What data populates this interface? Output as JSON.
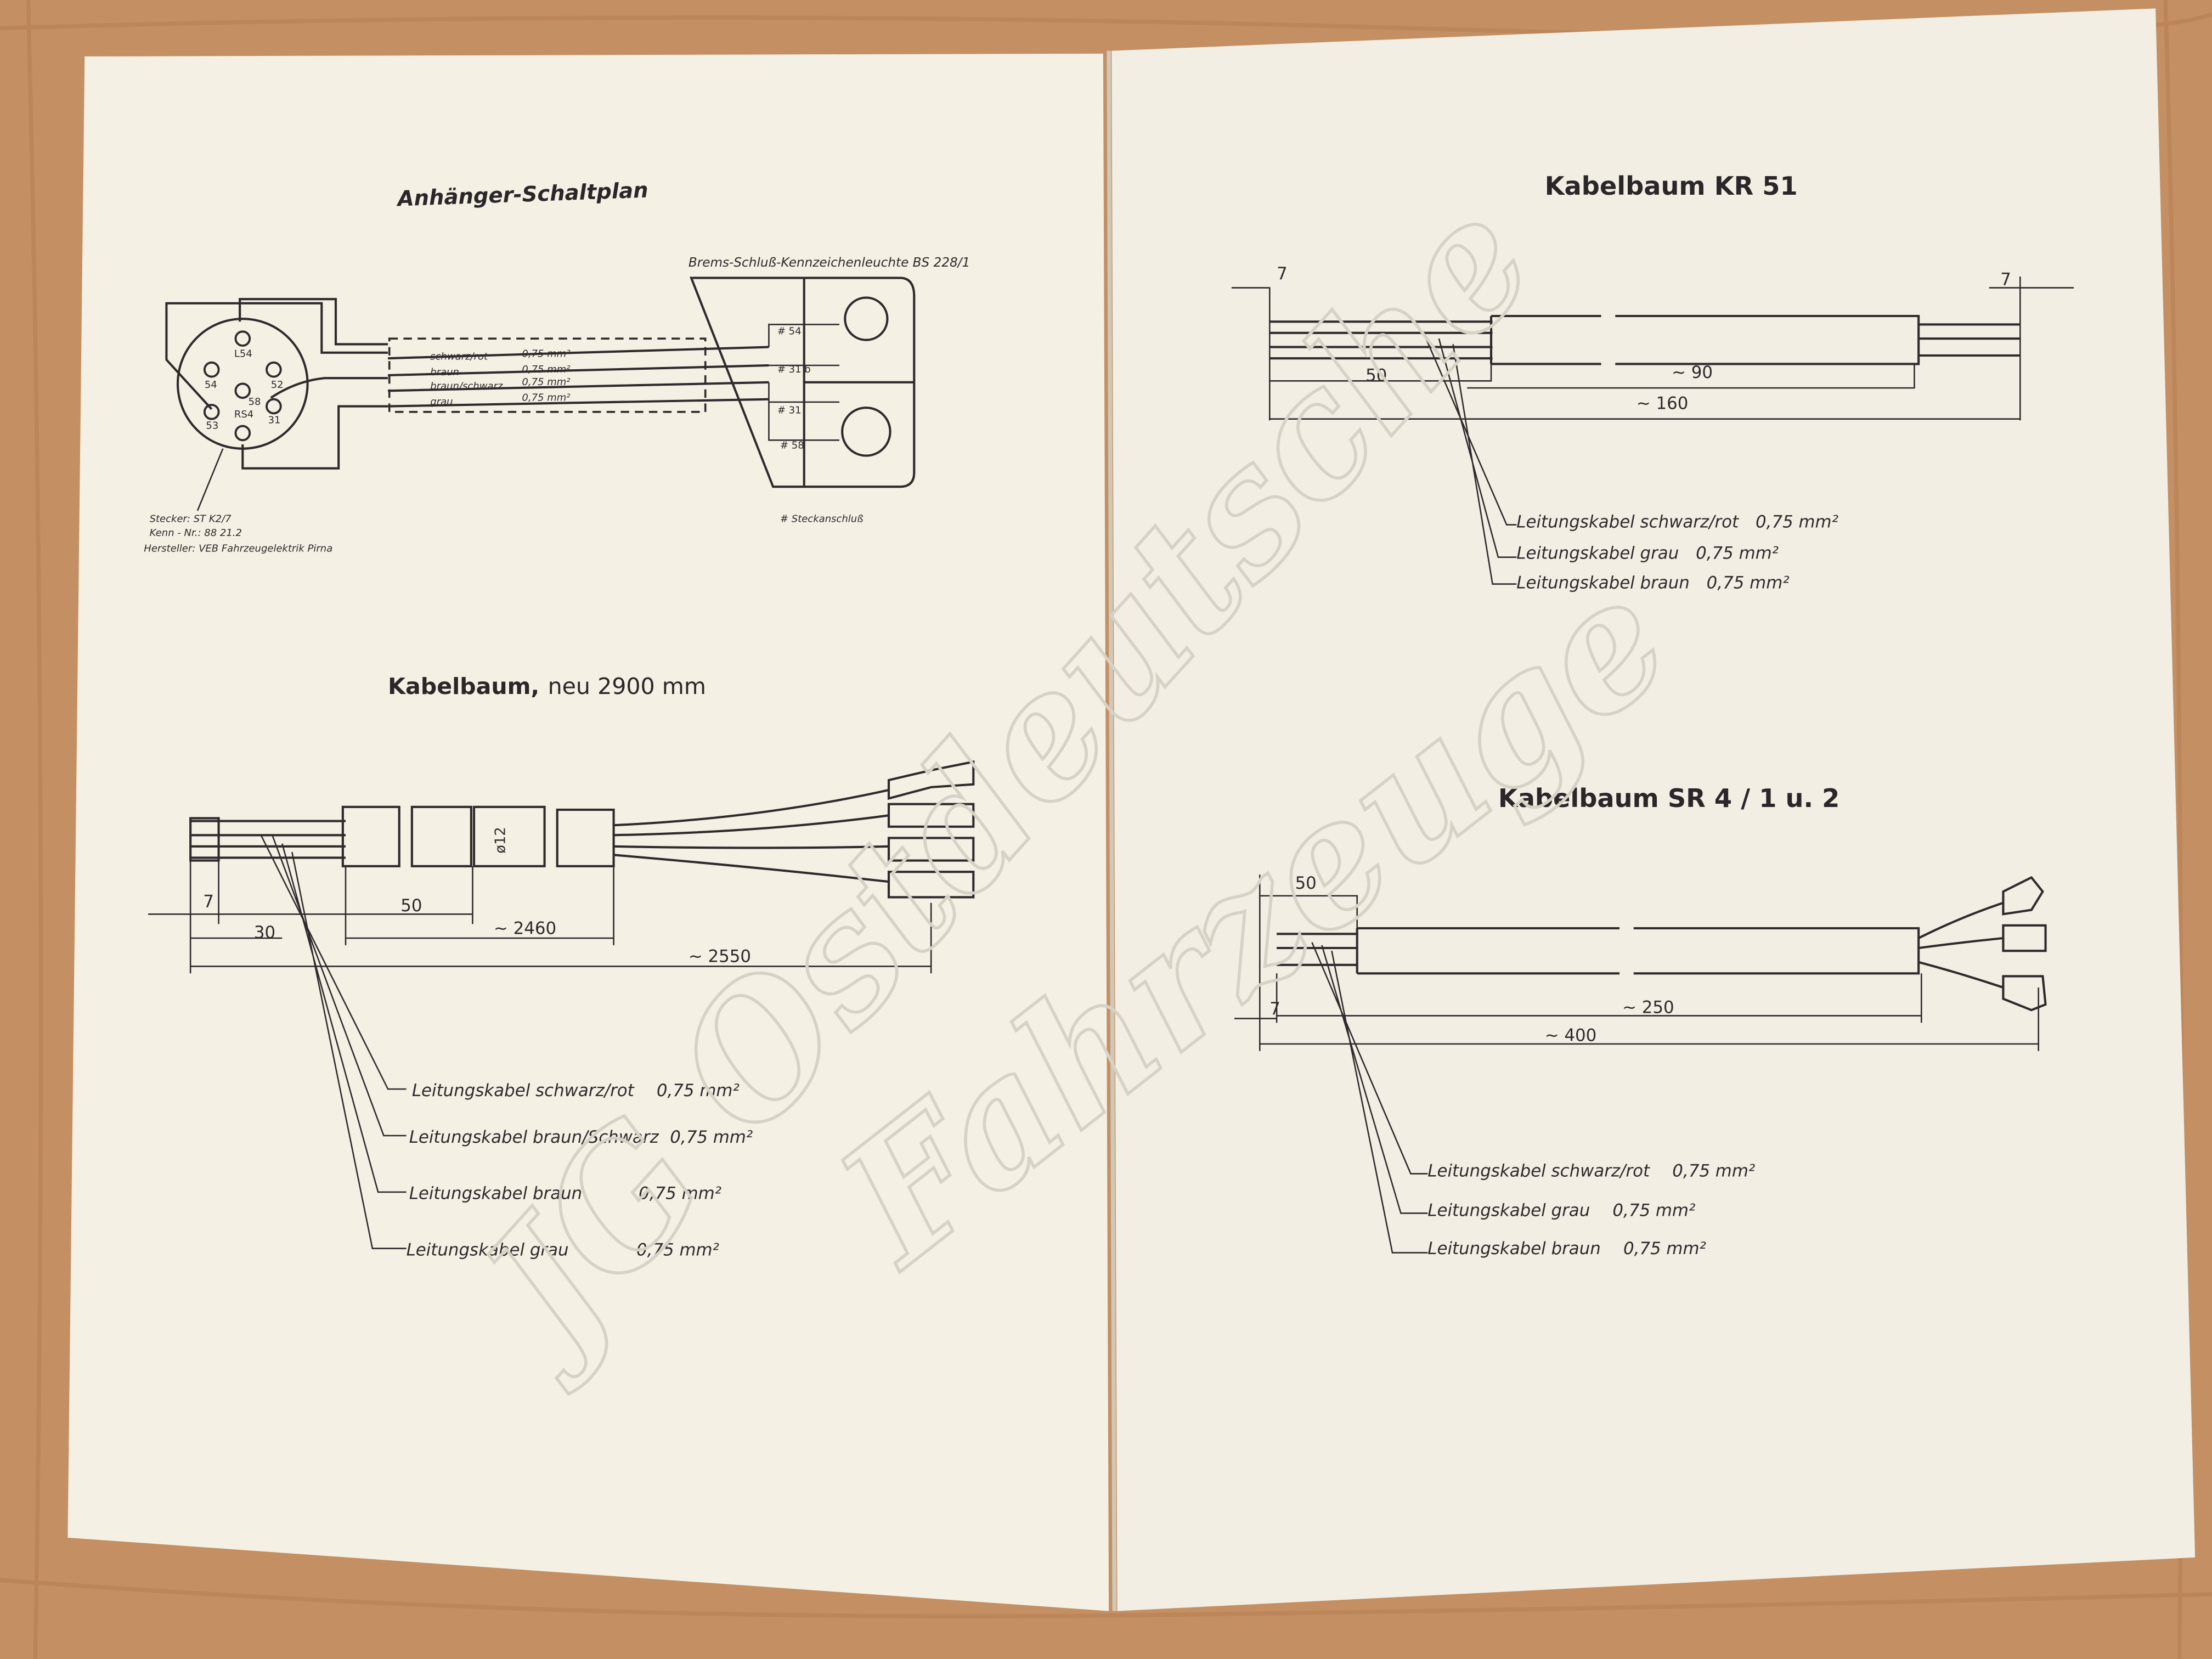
{
  "left_page": {
    "schematic": {
      "title": "Anhänger-Schaltplan",
      "lamp_title": "Brems-Schluß-Kennzeichenleuchte BS 228/1",
      "pins": [
        "L54",
        "54",
        "52",
        "58",
        "53",
        "RS4",
        "31"
      ],
      "wires": [
        {
          "color": "schwarz/rot",
          "size": "0,75 mm²"
        },
        {
          "color": "braun",
          "size": "0,75 mm²"
        },
        {
          "color": "braun/schwarz",
          "size": "0,75 mm²"
        },
        {
          "color": "grau",
          "size": "0,75 mm²"
        }
      ],
      "terminals": [
        "# 54",
        "# 31 b",
        "# 31",
        "# 58"
      ],
      "plug_info": [
        "Stecker: ST K2/7",
        "Kenn - Nr.: 88 21.2",
        "Hersteller: VEB Fahrzeugelektrik Pirna"
      ],
      "footnote": "# Steckanschluß"
    },
    "harness": {
      "title_bold": "Kabelbaum,",
      "title_rest": "neu 2900 mm",
      "dims": {
        "d7": "7",
        "d50": "50",
        "d30": "30",
        "d2460": "~ 2460",
        "d2550": "~ 2550",
        "dia": "ø12"
      },
      "leaders": [
        {
          "label": "Leitungskabel  schwarz/rot",
          "size": "0,75 mm²"
        },
        {
          "label": "Leitungskabel  braun/Schwarz",
          "size": "0,75 mm²"
        },
        {
          "label": "Leitungskabel  braun",
          "size": "0,75 mm²"
        },
        {
          "label": "Leitungskabel  grau",
          "size": "0,75 mm²"
        }
      ]
    }
  },
  "right_page": {
    "kr51": {
      "title": "Kabelbaum  KR 51",
      "dims": {
        "left7": "7",
        "right7": "7",
        "d50": "50",
        "d90": "~ 90",
        "d160": "~ 160"
      },
      "leaders": [
        {
          "label": "Leitungskabel  schwarz/rot",
          "size": "0,75 mm²"
        },
        {
          "label": "Leitungskabel  grau",
          "size": "0,75 mm²"
        },
        {
          "label": "Leitungskabel  braun",
          "size": "0,75 mm²"
        }
      ]
    },
    "sr4": {
      "title": "Kabelbaum  SR 4 / 1 u. 2",
      "dims": {
        "d50": "50",
        "d7": "7",
        "d250": "~ 250",
        "d400": "~ 400"
      },
      "leaders": [
        {
          "label": "Leitungskabel  schwarz/rot",
          "size": "0,75 mm²"
        },
        {
          "label": "Leitungskabel  grau",
          "size": "0,75 mm²"
        },
        {
          "label": "Leitungskabel  braun",
          "size": "0,75 mm²"
        }
      ]
    }
  },
  "watermark": {
    "line1": "JG Ostdeutsche",
    "line2": "Fahrzeuge"
  },
  "colors": {
    "paper": "#f4f0e4",
    "wood": "#c48f62",
    "ink": "#2f2a2c"
  }
}
